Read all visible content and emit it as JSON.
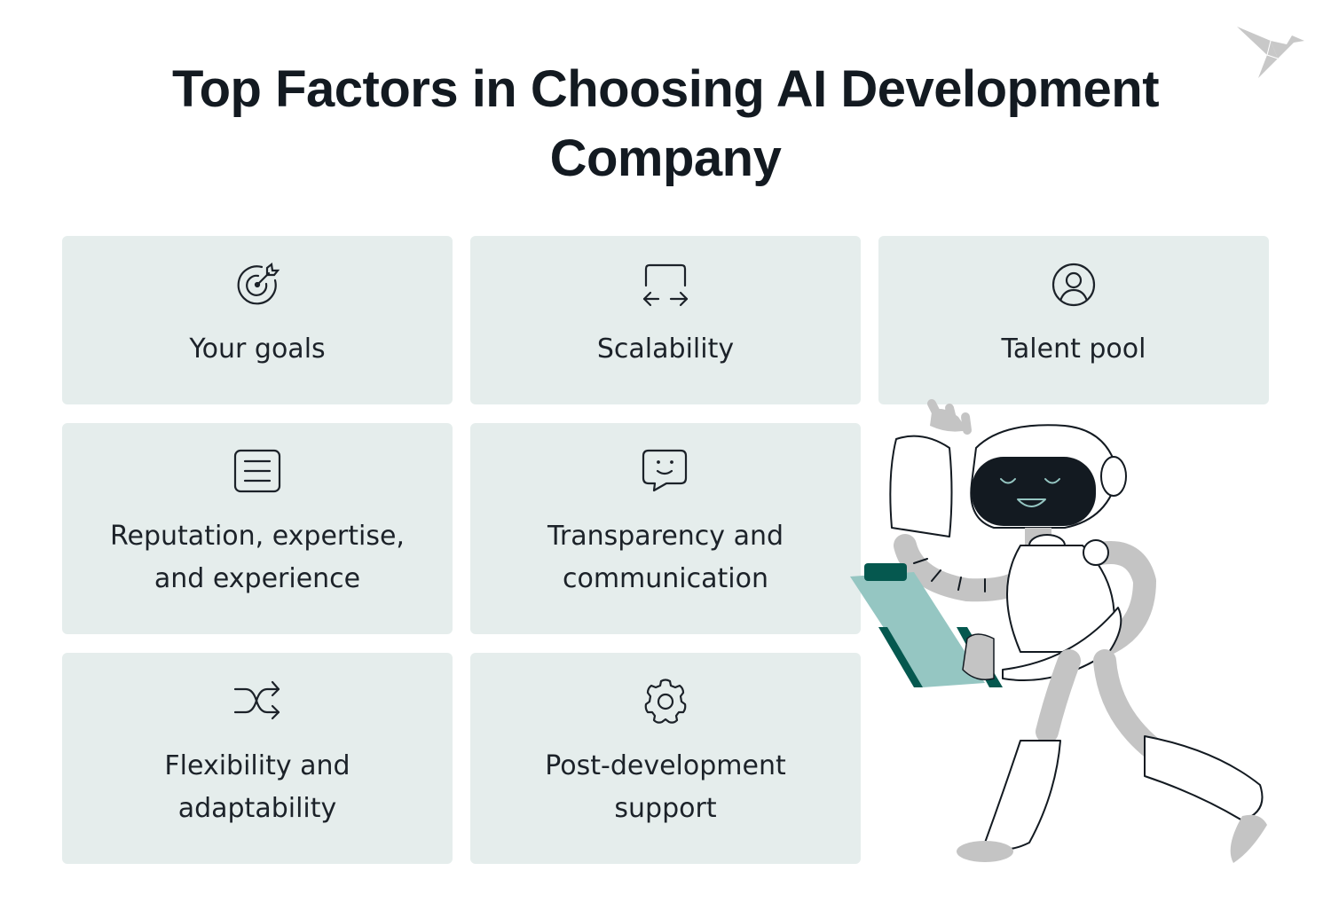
{
  "header": {
    "title_line1": "Top Factors in Choosing AI Development",
    "title_line2": "Company",
    "logo_icon": "origami-bird-icon"
  },
  "colors": {
    "title": "#131A21",
    "card_bg": "#E5EDEC",
    "icon_stroke": "#1c2229",
    "clipboard": "#95C6C2",
    "clipboard_dark": "#05584F",
    "robot_gray": "#C4C4C4",
    "logo_gray": "#C8C8C8"
  },
  "factors": [
    {
      "label": "Your goals",
      "icon": "target-arrow-icon"
    },
    {
      "label": "Scalability",
      "icon": "expand-arrows-icon"
    },
    {
      "label": "Talent pool",
      "icon": "user-circle-icon"
    },
    {
      "label": "Reputation, expertise, and experience",
      "icon": "document-lines-icon"
    },
    {
      "label": "Transparency and communication",
      "icon": "chat-smile-icon"
    },
    {
      "label": "Flexibility and adaptability",
      "icon": "shuffle-icon"
    },
    {
      "label": "Post-development support",
      "icon": "gear-icon"
    }
  ],
  "illustration": {
    "name": "robot-with-clipboard"
  }
}
